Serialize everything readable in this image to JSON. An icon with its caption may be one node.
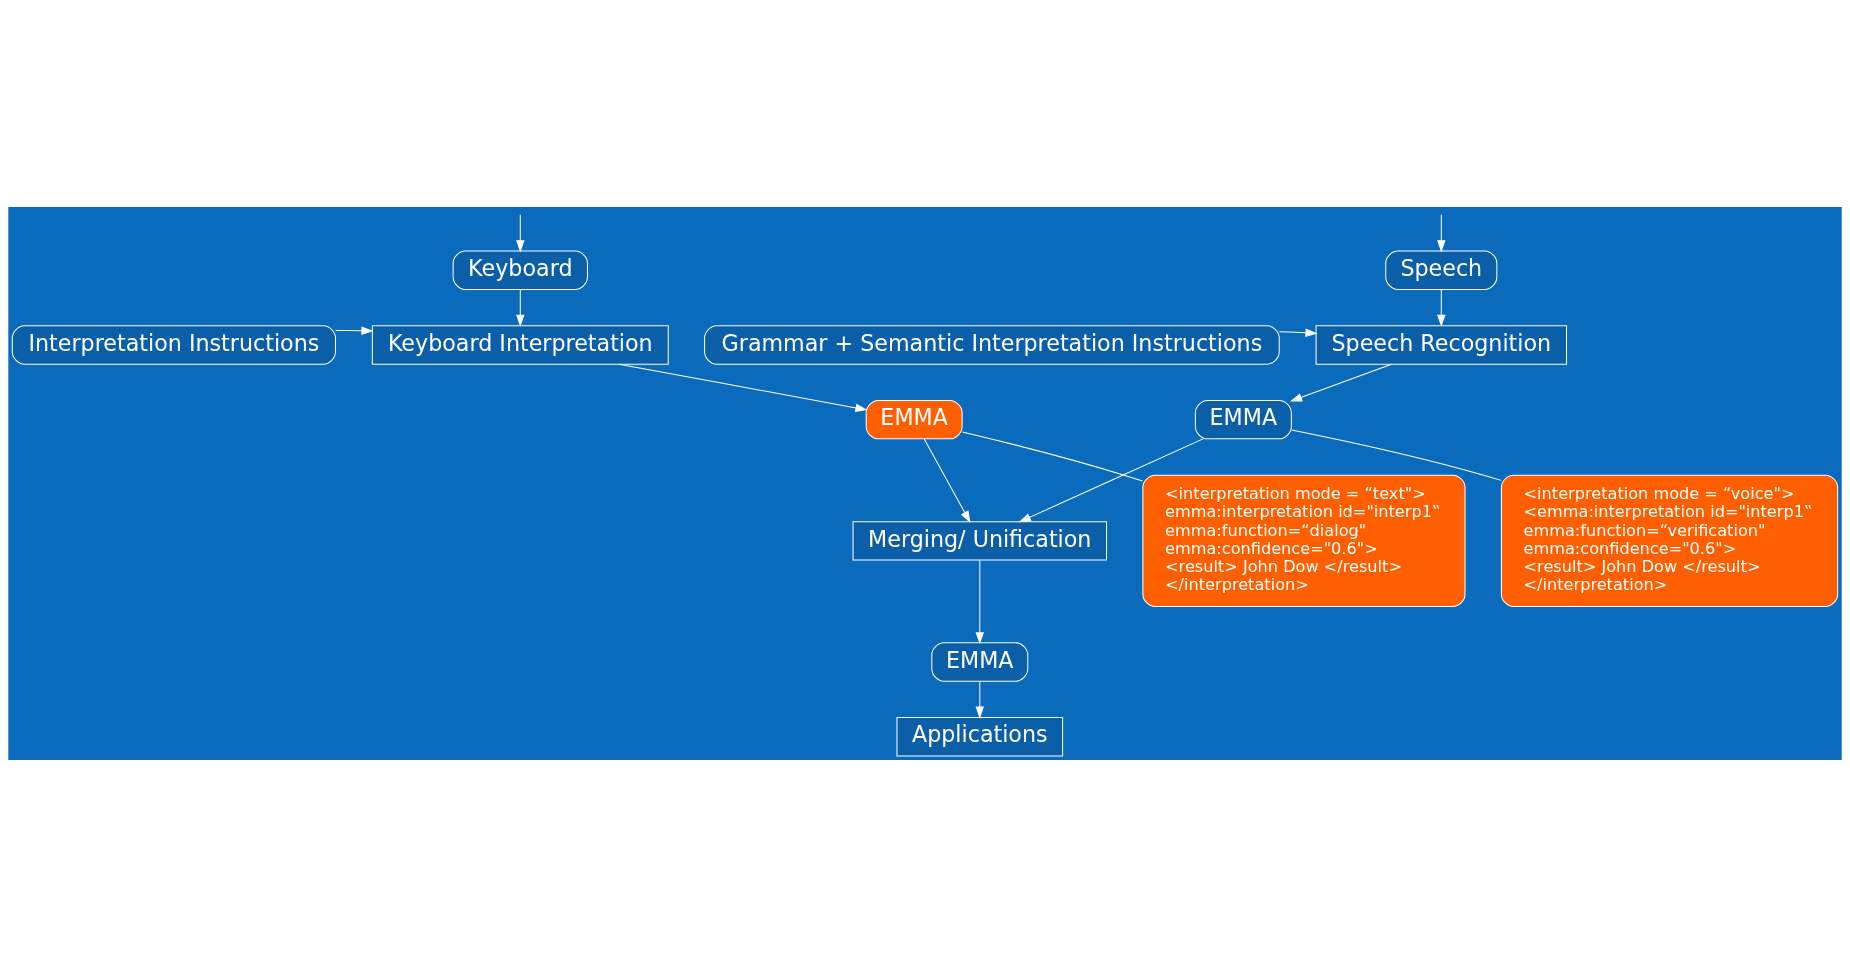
{
  "diagram": {
    "nodes": [
      {
        "text": [
          "Speech"
        ]
      },
      {
        "text": [
          "Keyboard"
        ]
      },
      {
        "text": [
          "Grammar + Semantic Interpretation Instructions"
        ]
      },
      {
        "text": [
          "Speech Recognition"
        ]
      },
      {
        "text": [
          "Keyboard Interpretation"
        ]
      },
      {
        "text": [
          "Interpretation Instructions"
        ]
      },
      {
        "text": [
          "EMMA"
        ]
      },
      {
        "text": [
          "EMMA"
        ]
      },
      {
        "text": [
          "<interpretation mode = “voice\">",
          "<emma:interpretation id=\"interp1‟",
          "emma:function=“verification\"",
          "emma:confidence=\"0.6\">",
          "<result> John Dow </result>",
          "</interpretation>"
        ]
      },
      {
        "text": [
          "Merging/ Unification"
        ]
      },
      {
        "text": [
          "<interpretation mode = “text\">",
          "emma:interpretation id=\"interp1‟",
          "emma:function=“dialog\"",
          "emma:confidence=\"0.6\">",
          "<result> John Dow </result>",
          "</interpretation>"
        ]
      },
      {
        "text": [
          "EMMA"
        ]
      },
      {
        "text": [
          "Applications"
        ]
      }
    ],
    "edges": [
      {
        "from": null,
        "to": 0,
        "arrow": "to"
      },
      {
        "from": null,
        "to": 1,
        "arrow": "to"
      },
      {
        "from": 0,
        "to": 3,
        "arrow": "to"
      },
      {
        "from": 2,
        "to": 3,
        "arrow": "to"
      },
      {
        "from": 1,
        "to": 4,
        "arrow": "to"
      },
      {
        "from": 5,
        "to": 4,
        "arrow": "to"
      },
      {
        "from": 3,
        "to": 6,
        "arrow": "to"
      },
      {
        "from": 4,
        "to": 7,
        "arrow": "to"
      },
      {
        "from": 8,
        "to": 6,
        "arrow": "none"
      },
      {
        "from": 10,
        "to": 7,
        "arrow": "none"
      },
      {
        "from": 6,
        "to": 9,
        "arrow": "to"
      },
      {
        "from": 7,
        "to": 9,
        "arrow": "to"
      },
      {
        "from": 9,
        "to": 11,
        "arrow": "to"
      },
      {
        "from": 11,
        "to": 12,
        "arrow": "to"
      }
    ]
  }
}
